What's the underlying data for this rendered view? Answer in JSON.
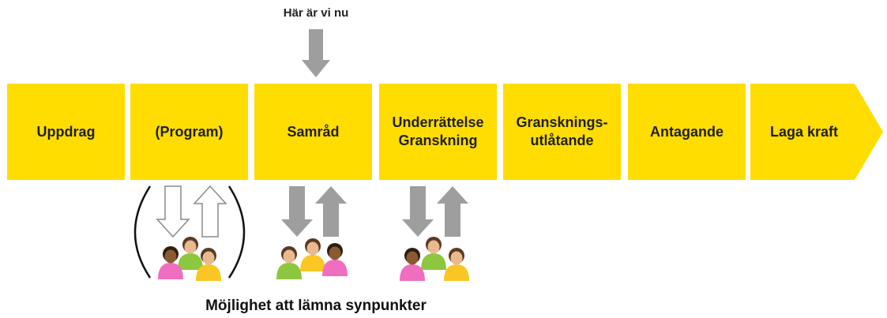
{
  "marker": {
    "label": "Här är vi nu"
  },
  "steps": [
    {
      "label": "Uppdrag"
    },
    {
      "label": "(Program)"
    },
    {
      "label": "Samråd"
    },
    {
      "label": "Underrättelse\nGranskning"
    },
    {
      "label": "Gransknings-\nutlåtande"
    },
    {
      "label": "Antagande"
    },
    {
      "label": "Laga kraft"
    }
  ],
  "caption": "Möjlighet att lämna synpunkter",
  "colors": {
    "step_fill": "#FFDD00",
    "arrow_gray": "#9E9E9E",
    "pink": "#F06EC0",
    "green": "#8DC63F",
    "yellow": "#F9C623"
  },
  "icons": [
    "down-arrow-icon",
    "up-arrow-icon",
    "people-group-icon"
  ]
}
